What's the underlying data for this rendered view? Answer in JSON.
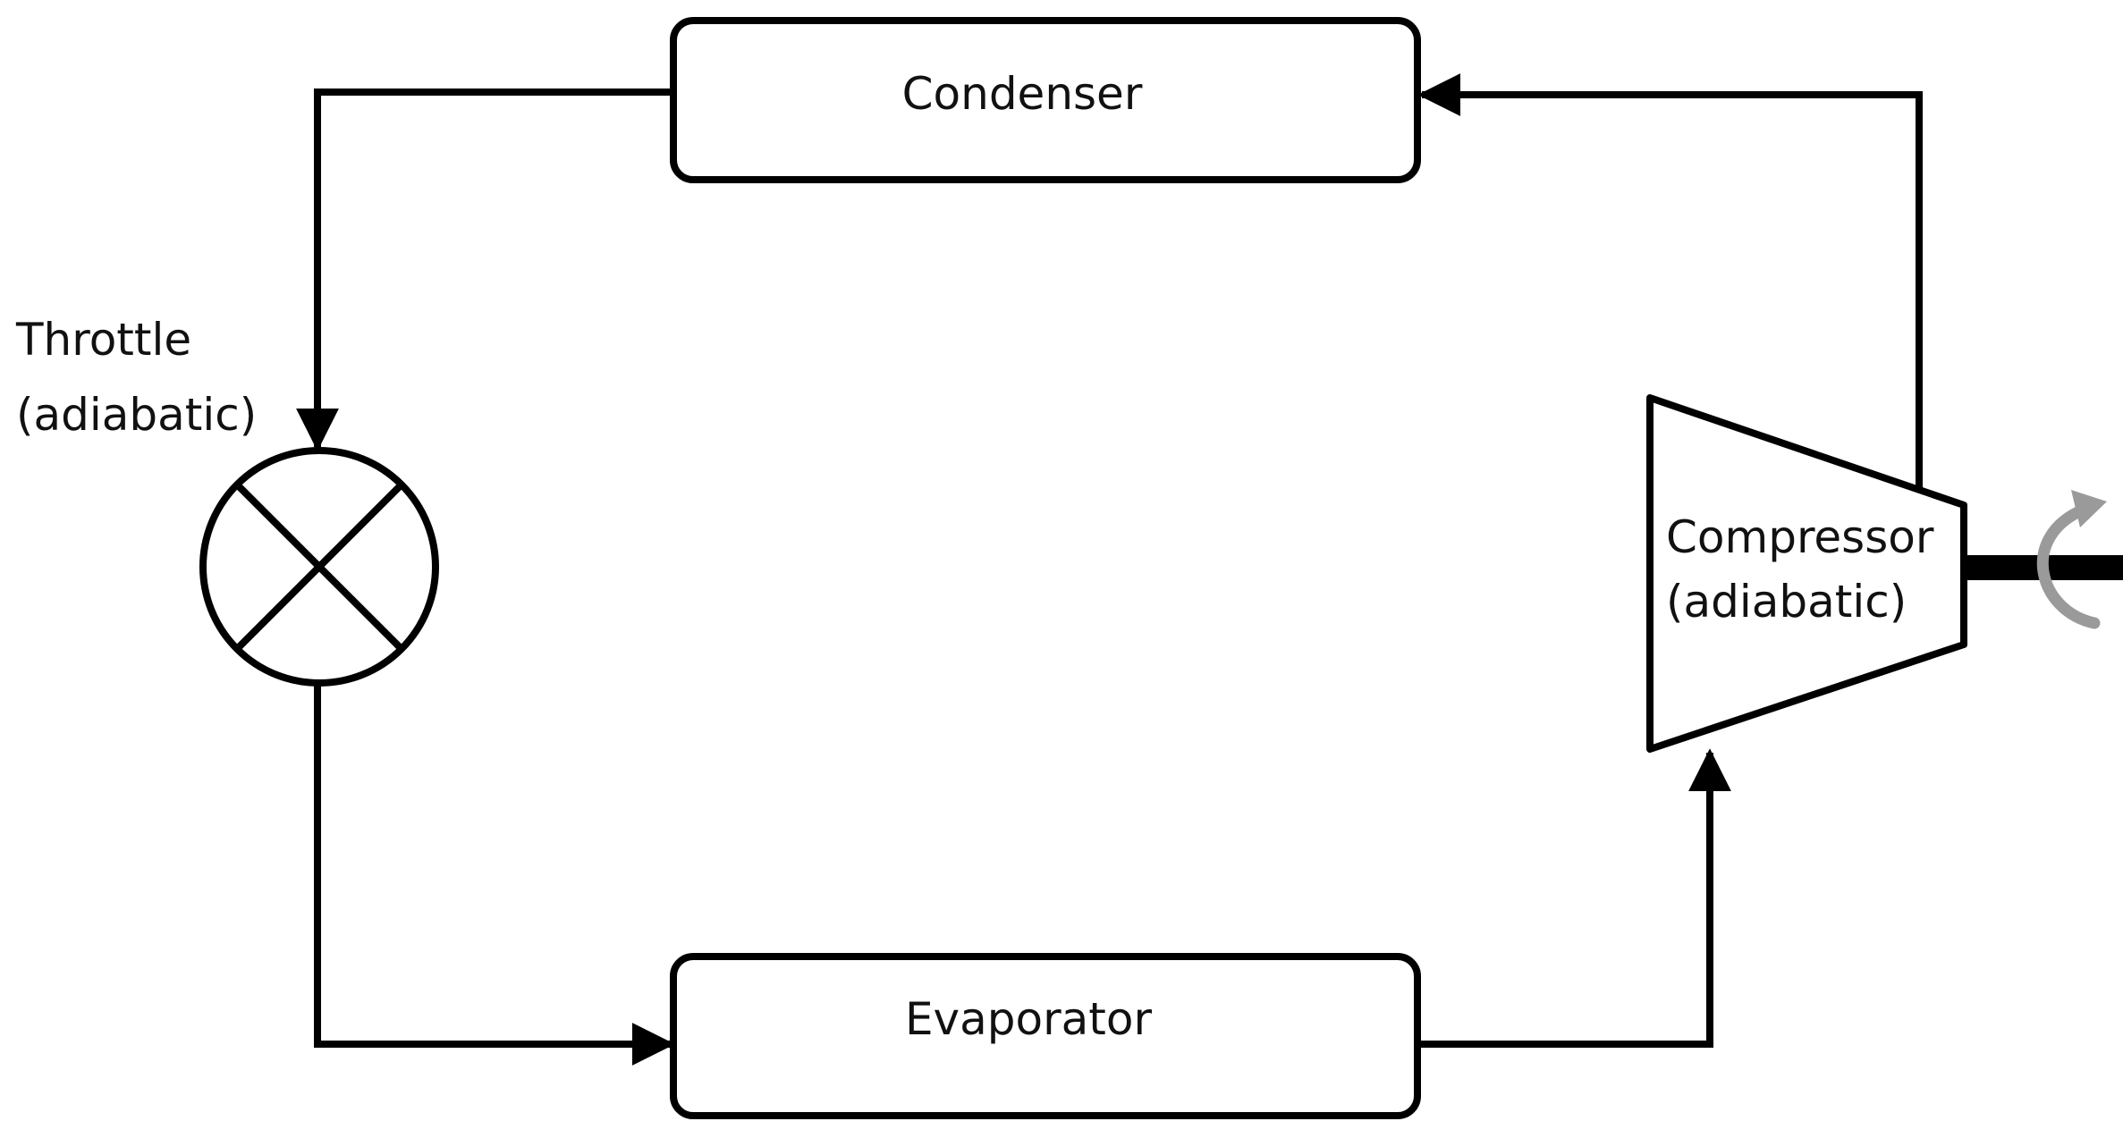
{
  "components": {
    "condenser": {
      "label": "Condenser"
    },
    "evaporator": {
      "label": "Evaporator"
    },
    "throttle": {
      "label_line1": "Throttle",
      "label_line2": "(adiabatic)"
    },
    "compressor": {
      "label_line1": "Compressor",
      "label_line2": "(adiabatic)"
    }
  },
  "colors": {
    "stroke": "#000000",
    "shaft_rotation_arrow": "#9a9a9a",
    "background": "#ffffff"
  }
}
